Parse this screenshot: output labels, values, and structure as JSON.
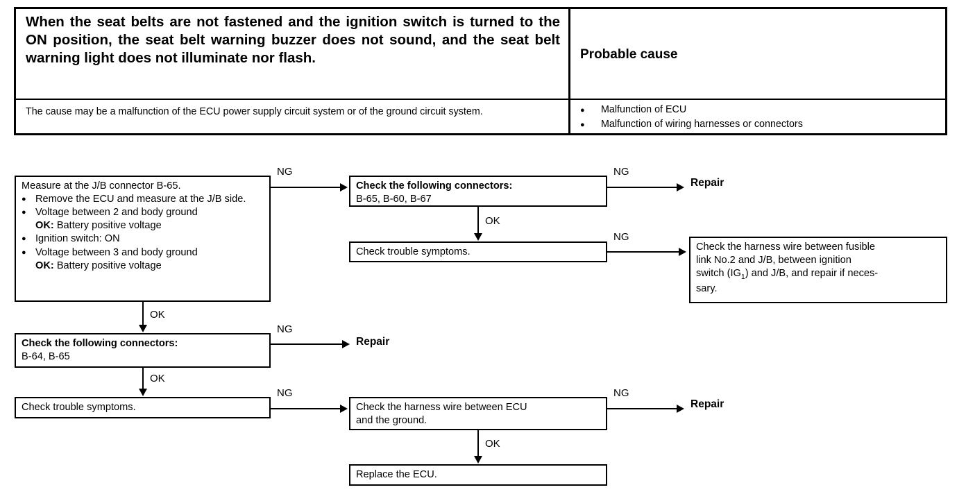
{
  "symptom_table": {
    "symptom_title": "When the seat belts are not fastened and the ignition switch is turned to the ON position, the seat belt warning buzzer does not sound, and the seat belt warning light does not illuminate nor flash.",
    "probable_cause_header": "Probable cause",
    "cause_note": "The cause may be a malfunction of the ECU power supply circuit system or of the ground circuit system.",
    "bullet_glyph": "●",
    "probable_causes": [
      "Malfunction of ECU",
      "Malfunction of wiring harnesses or connectors"
    ]
  },
  "flow": {
    "bullet_glyph": "●",
    "labels": {
      "ng": "NG",
      "ok": "OK",
      "repair": "Repair"
    },
    "box_measure": {
      "title": "Measure at the J/B connector B-65.",
      "items": [
        "Remove the ECU and measure at the J/B side.",
        "Voltage between 2 and body ground",
        "Ignition switch: ON",
        "Voltage between 3 and body ground"
      ],
      "ok_label": "OK:",
      "ok_value": "Battery positive voltage"
    },
    "box_connectors_top": {
      "title": "Check the following connectors:",
      "list": "B-65, B-60, B-67"
    },
    "box_trouble_top": {
      "text": "Check trouble symptoms."
    },
    "box_harness_fusible": {
      "line1": "Check the harness wire between fusible",
      "line2": "link No.2 and J/B, between ignition",
      "line3_a": "switch (IG",
      "line3_sub": "1",
      "line3_b": ") and J/B, and repair if neces-",
      "line4": "sary."
    },
    "box_connectors_bottom": {
      "title": "Check the following connectors:",
      "list": "B-64, B-65"
    },
    "box_trouble_bottom": {
      "text": "Check trouble symptoms."
    },
    "box_harness_ecu": {
      "line1": "Check the harness wire between ECU",
      "line2": "and the ground."
    },
    "box_replace": {
      "text": "Replace the ECU."
    }
  }
}
